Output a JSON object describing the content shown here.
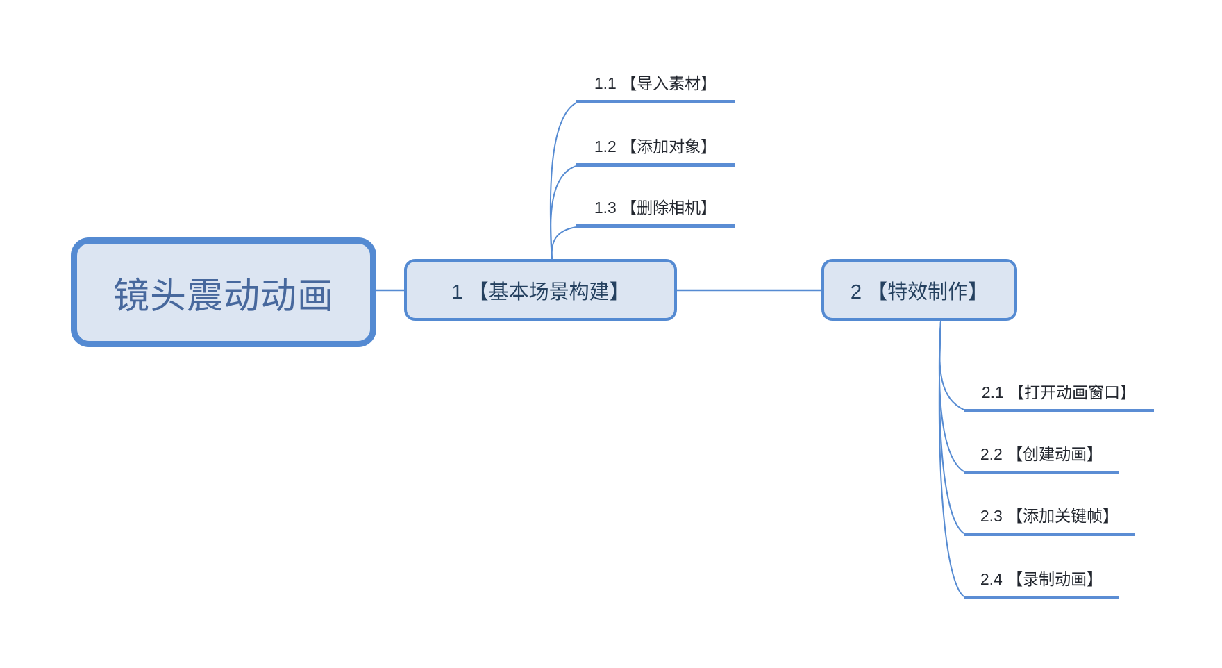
{
  "colors": {
    "line": "#568bd2",
    "underline": "#5b8dd4",
    "box_fill": "#dce5f2",
    "box_border": "#548ad2",
    "root_text": "#47689d",
    "node_text": "#24405f",
    "child_text": "#22262e",
    "canvas_bg": "#ffffff"
  },
  "root": {
    "label": "镜头震动动画"
  },
  "branches": [
    {
      "label": "1 【基本场景构建】",
      "children": [
        {
          "label": "1.1 【导入素材】"
        },
        {
          "label": "1.2 【添加对象】"
        },
        {
          "label": "1.3 【删除相机】"
        }
      ]
    },
    {
      "label": "2 【特效制作】",
      "children": [
        {
          "label": "2.1 【打开动画窗口】"
        },
        {
          "label": "2.2 【创建动画】"
        },
        {
          "label": "2.3 【添加关键帧】"
        },
        {
          "label": "2.4 【录制动画】"
        }
      ]
    }
  ]
}
